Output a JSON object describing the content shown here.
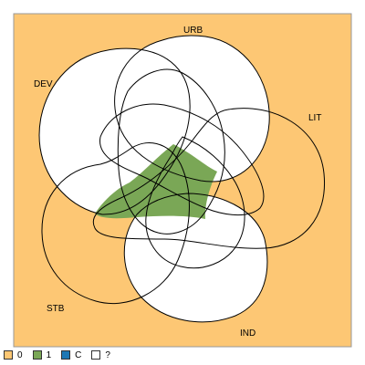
{
  "colors": {
    "background": "#fdc774",
    "outside_region": "#ffffff",
    "highlight_region": "#7aa756",
    "stroke": "#000000"
  },
  "sets": [
    {
      "id": "dev",
      "label": "DEV"
    },
    {
      "id": "urb",
      "label": "URB"
    },
    {
      "id": "lit",
      "label": "LIT"
    },
    {
      "id": "ind",
      "label": "IND"
    },
    {
      "id": "stb",
      "label": "STB"
    }
  ],
  "legend": [
    {
      "label": "0",
      "color": "#fdc774"
    },
    {
      "label": "1",
      "color": "#7aa756"
    },
    {
      "label": "C",
      "color": "#1f78b4"
    },
    {
      "label": "?",
      "color": "#ffffff"
    }
  ]
}
